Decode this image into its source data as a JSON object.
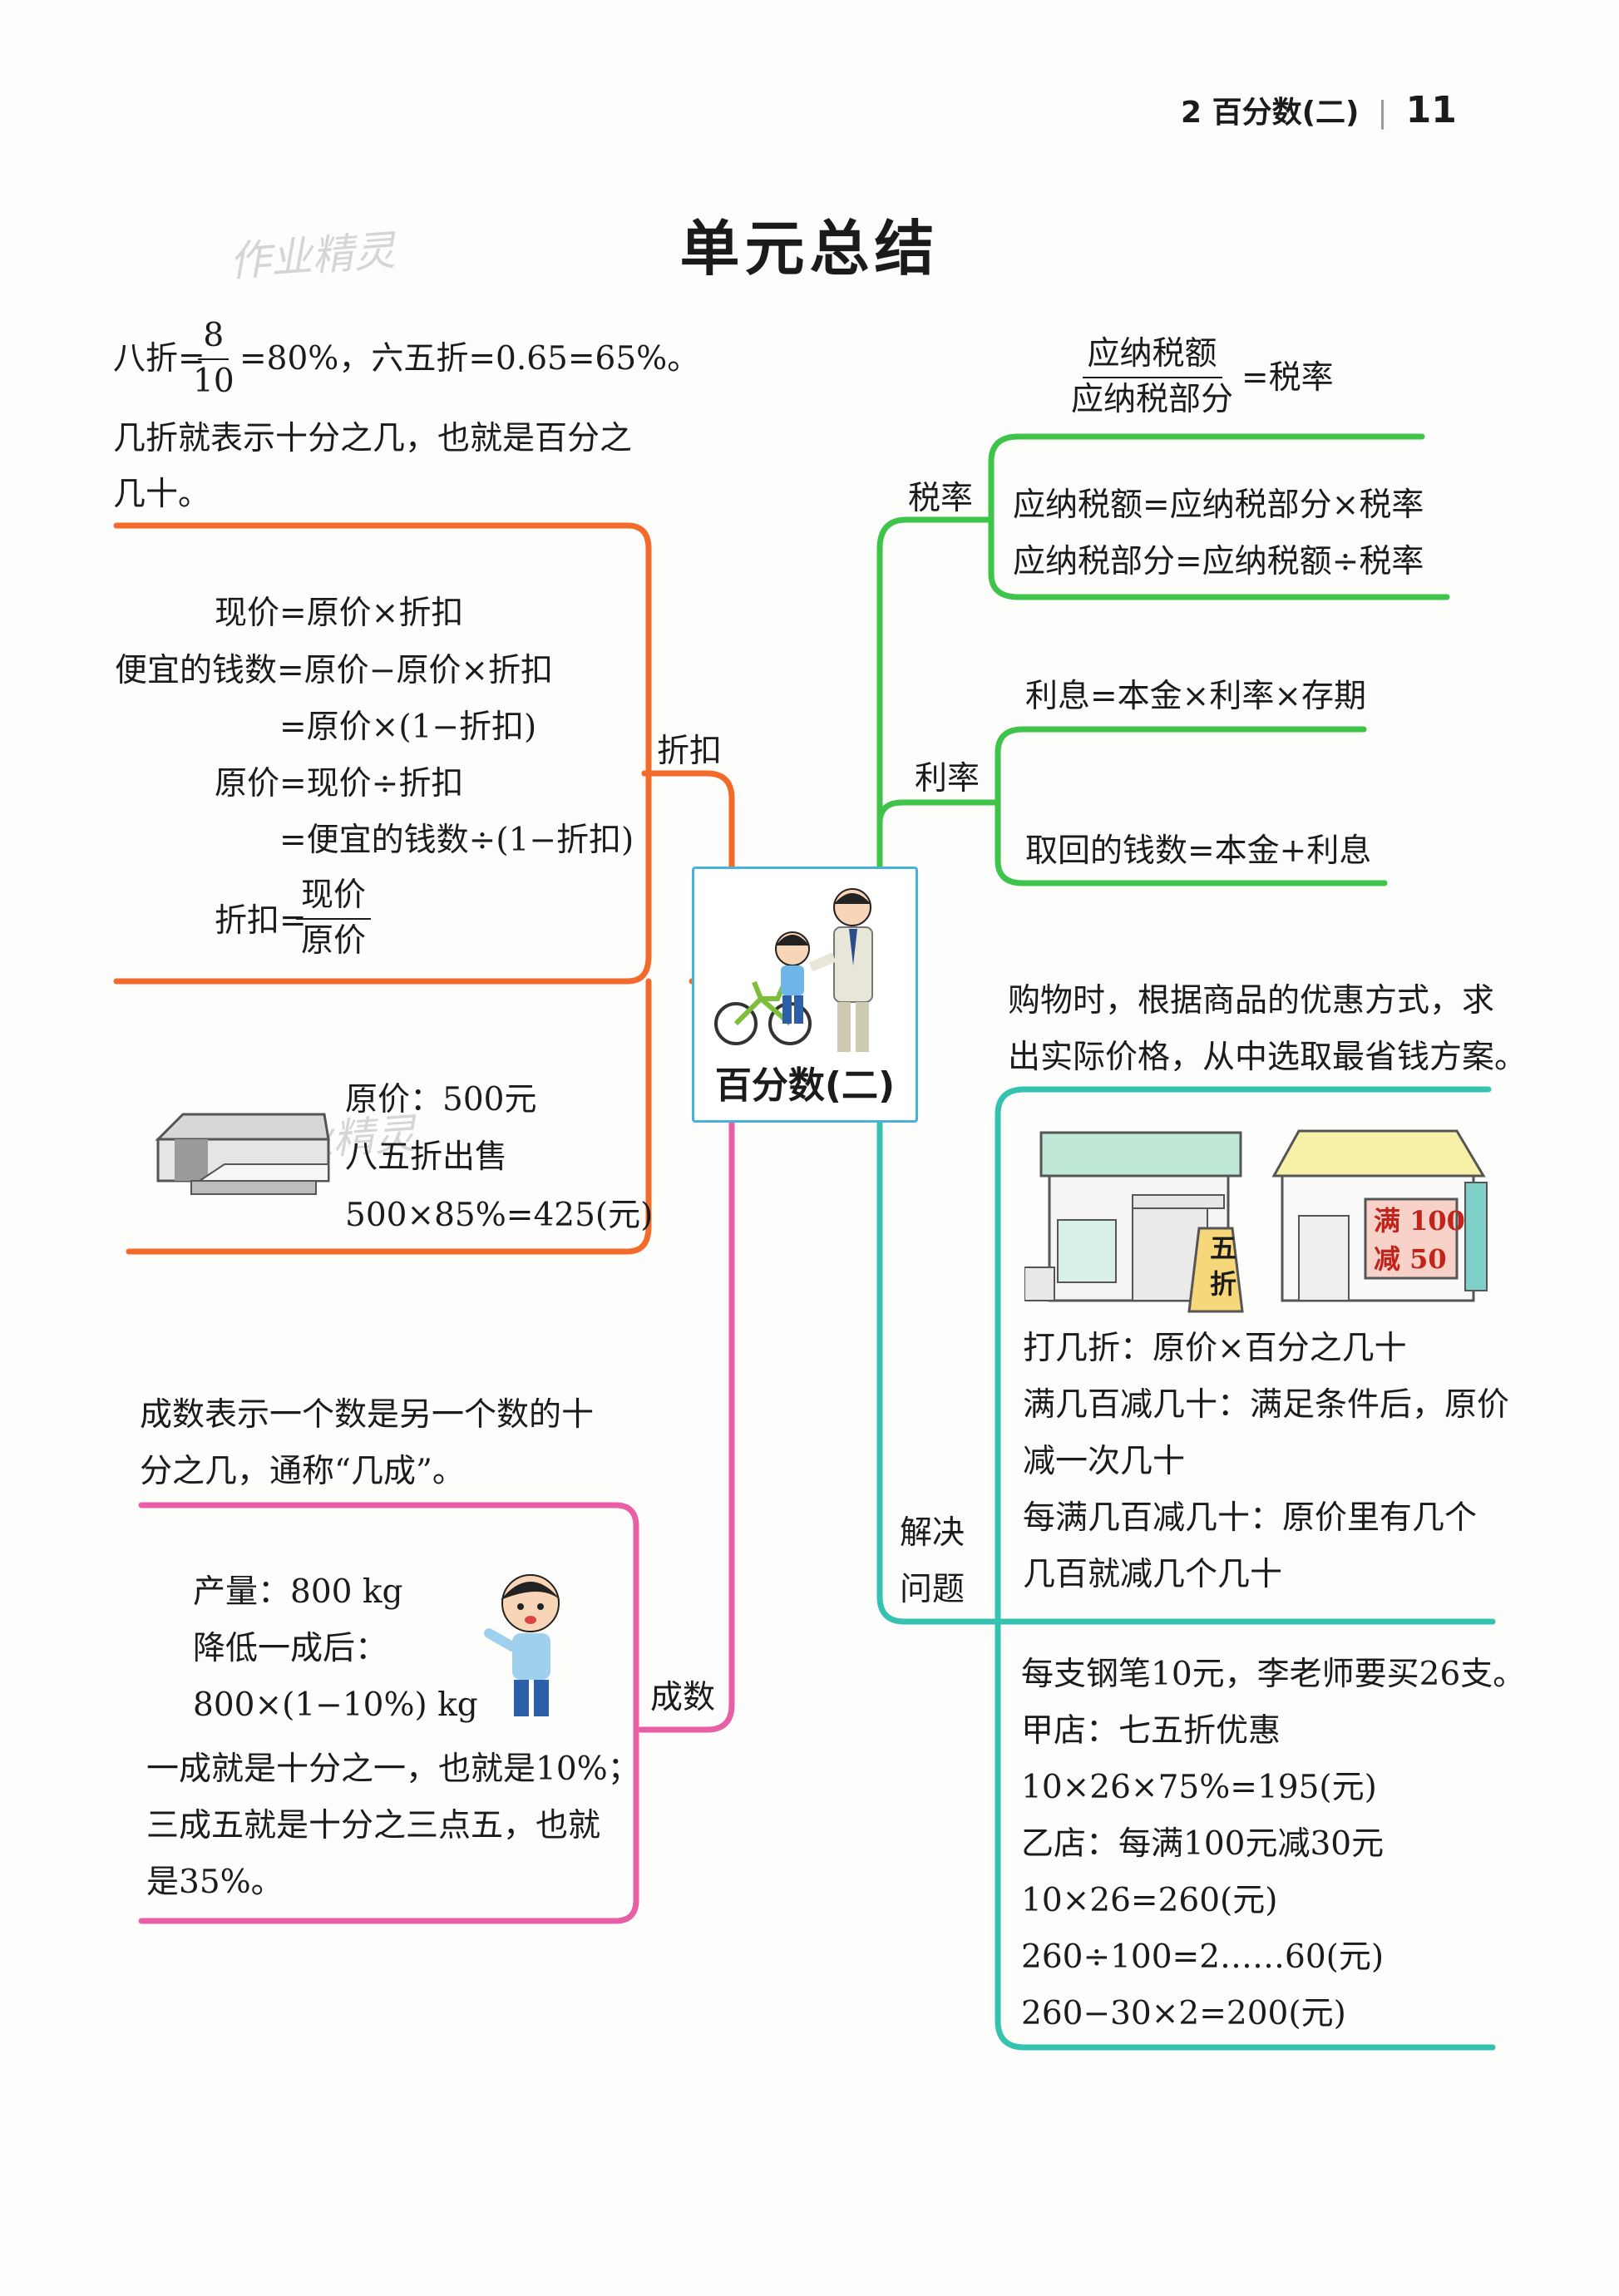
{
  "header": {
    "chapter": "2  百分数(二)",
    "page_number": "11"
  },
  "title": "单元总结",
  "watermark": "作业精灵",
  "center": {
    "label": "百分数(二)"
  },
  "discount": {
    "branch_label": "折扣",
    "intro": {
      "line1_prefix": "八折=",
      "frac_num": "8",
      "frac_den": "10",
      "line1_suffix": "=80%，六五折=0.65=65%。",
      "line2": "几折就表示十分之几，也就是百分之",
      "line3": "几十。"
    },
    "formulas": {
      "f1": "现价=原价×折扣",
      "f2": "便宜的钱数=原价−原价×折扣",
      "f3": "=原价×(1−折扣)",
      "f4": "原价=现价÷折扣",
      "f5": "=便宜的钱数÷(1−折扣)",
      "f6_prefix": "折扣=",
      "f6_num": "现价",
      "f6_den": "原价"
    },
    "example": {
      "l1": "原价：500元",
      "l2": "八五折出售",
      "l3": "500×85%=425(元)"
    }
  },
  "chengshu": {
    "branch_label": "成数",
    "intro": {
      "l1": "成数表示一个数是另一个数的十",
      "l2": "分之几，通称“几成”。"
    },
    "example": {
      "l1": "产量：800 kg",
      "l2": "降低一成后：",
      "l3": "800×(1−10%) kg"
    },
    "notes": {
      "l1": "一成就是十分之一，也就是10%；",
      "l2": "三成五就是十分之三点五，也就",
      "l3": "是35%。"
    }
  },
  "tax": {
    "branch_label": "税率",
    "frac_num": "应纳税额",
    "frac_den": "应纳税部分",
    "frac_suffix": "=税率",
    "l1": "应纳税额=应纳税部分×税率",
    "l2": "应纳税部分=应纳税额÷税率"
  },
  "interest": {
    "branch_label": "利率",
    "l1": "利息=本金×利率×存期",
    "l2": "取回的钱数=本金+利息"
  },
  "solve": {
    "branch_label_1": "解决",
    "branch_label_2": "问题",
    "intro": {
      "l1": "购物时，根据商品的优惠方式，求",
      "l2": "出实际价格，从中选取最省钱方案。"
    },
    "sign1": {
      "t1": "五",
      "t2": "折"
    },
    "sign2": {
      "t1": "满 100",
      "t2": "减 50"
    },
    "rules": {
      "r1": "打几折：原价×百分之几十",
      "r2": "满几百减几十：满足条件后，原价",
      "r3": "减一次几十",
      "r4": "每满几百减几十：原价里有几个",
      "r5": "几百就减几个几十"
    },
    "example": {
      "e1": "每支钢笔10元，李老师要买26支。",
      "e2": "甲店：七五折优惠",
      "e3": "10×26×75%=195(元)",
      "e4": "乙店：每满100元减30元",
      "e5": "10×26=260(元)",
      "e6": "260÷100=2……60(元)",
      "e7": "260−30×2=200(元)"
    }
  },
  "colors": {
    "orange": "#f26b2b",
    "pink": "#e95fa7",
    "green": "#3ec44a",
    "teal": "#35c2b0",
    "blue": "#4ab1d9"
  }
}
